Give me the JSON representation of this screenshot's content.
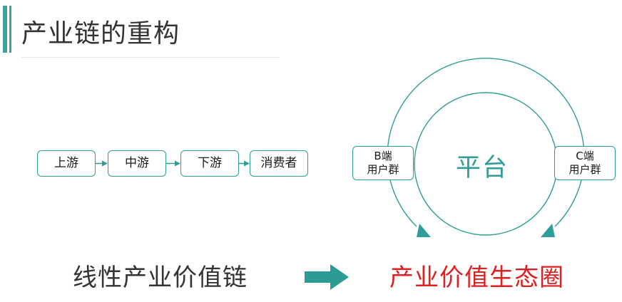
{
  "title": "产业链的重构",
  "linear_chain": {
    "upstream": "上游",
    "midstream": "中游",
    "downstream": "下游",
    "consumer": "消费者"
  },
  "platform": {
    "label": "平台",
    "b_side": {
      "line1": "B端",
      "line2": "用户群"
    },
    "c_side": {
      "line1": "C端",
      "line2": "用户群"
    }
  },
  "bottom": {
    "linear_label": "线性产业价值链",
    "eco_label": "产业价值生态圈"
  },
  "colors": {
    "accent": "#2f9e96",
    "eco_text": "#e02020",
    "text": "#333333"
  }
}
